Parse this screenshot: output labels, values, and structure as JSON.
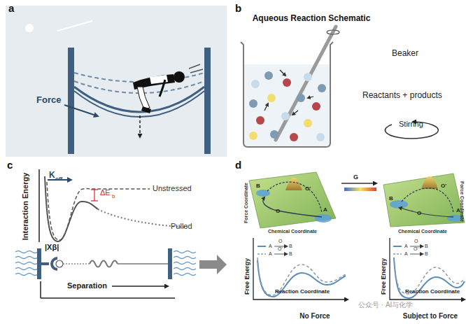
{
  "diagram": {
    "labels": [
      "a",
      "Force",
      "b",
      "Aqueous Reaction Schematic",
      "Beaker",
      "Reactants + products",
      "Stirring",
      "c",
      "K",
      "off",
      "ΔE",
      "b",
      "Unstressed",
      "Pulled",
      "|Xβ|",
      "Interaction Energy",
      "Separation",
      "d",
      "Force Coordinate",
      "B",
      "O",
      "O'",
      "A",
      "Chemical Coordinate",
      "G",
      "B",
      "O",
      "O'",
      "A",
      "Chemical Coordinate",
      "Force Coordinate",
      "A",
      "O",
      "B",
      "A",
      "O'",
      "B",
      "Free Energy",
      "Reaction Coordinate",
      "No Force",
      "A",
      "O",
      "B",
      "A",
      "O'",
      "B",
      "Free Energy",
      "Reaction Coordinate",
      "Subject to Force",
      "公众号 · AI与化学"
    ]
  }
}
